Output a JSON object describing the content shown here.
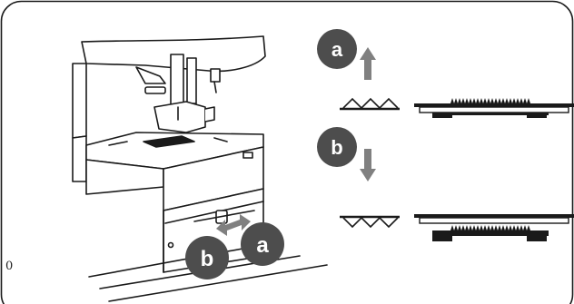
{
  "labels": {
    "position_a": "a",
    "position_b": "b"
  },
  "margin_mark": "0",
  "colors": {
    "badge_fill": "#4d4d4d",
    "arrow_fill": "#808080",
    "line": "#1a1a1a",
    "frame": "#1a1a1a",
    "background": "#ffffff"
  },
  "icons": {
    "up_arrow": "arrow-up-icon",
    "down_arrow": "arrow-down-icon",
    "slide_arrow": "double-arrow-icon"
  }
}
